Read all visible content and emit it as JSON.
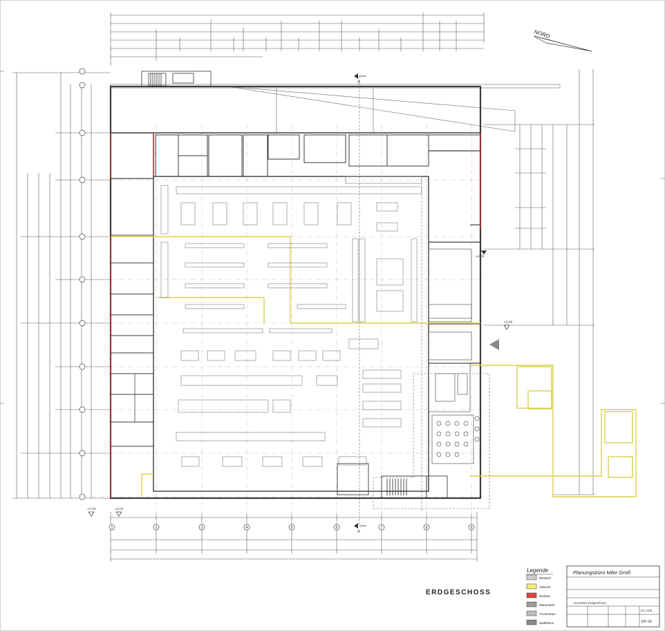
{
  "drawing": {
    "north_label": "NORD",
    "floor_label": "ERDGESCHOSS",
    "section_marker": "A",
    "axis_numbers": [
      "1",
      "2",
      "3",
      "4",
      "5",
      "6",
      "7",
      "8",
      "9"
    ],
    "level_marks": [
      "±0,00",
      "±0,00",
      "±0,00",
      "±0,00"
    ]
  },
  "legend": {
    "title": "Legende",
    "items": [
      {
        "label": "Bestand",
        "color": "#cfcfcf"
      },
      {
        "label": "Abbruch",
        "color": "#f3ee7a"
      },
      {
        "label": "Neubau",
        "color": "#e04040"
      },
      {
        "label": "Mauerwerk",
        "color": "#9a9a9a"
      },
      {
        "label": "Trockenbau",
        "color": "#bdbdbd"
      },
      {
        "label": "Stahlbeton",
        "color": "#8a8a8a"
      }
    ]
  },
  "title_block": {
    "office": "Planungsbüro Mike Groß",
    "drawing_name": "Grundriss Erdgeschoss",
    "scale": "M 1:100",
    "plan_number": "EP 05"
  },
  "colors": {
    "wall": "#3a3a3a",
    "line": "#9a9a9a",
    "demolition": "#d8d04a",
    "new": "#b03030"
  }
}
